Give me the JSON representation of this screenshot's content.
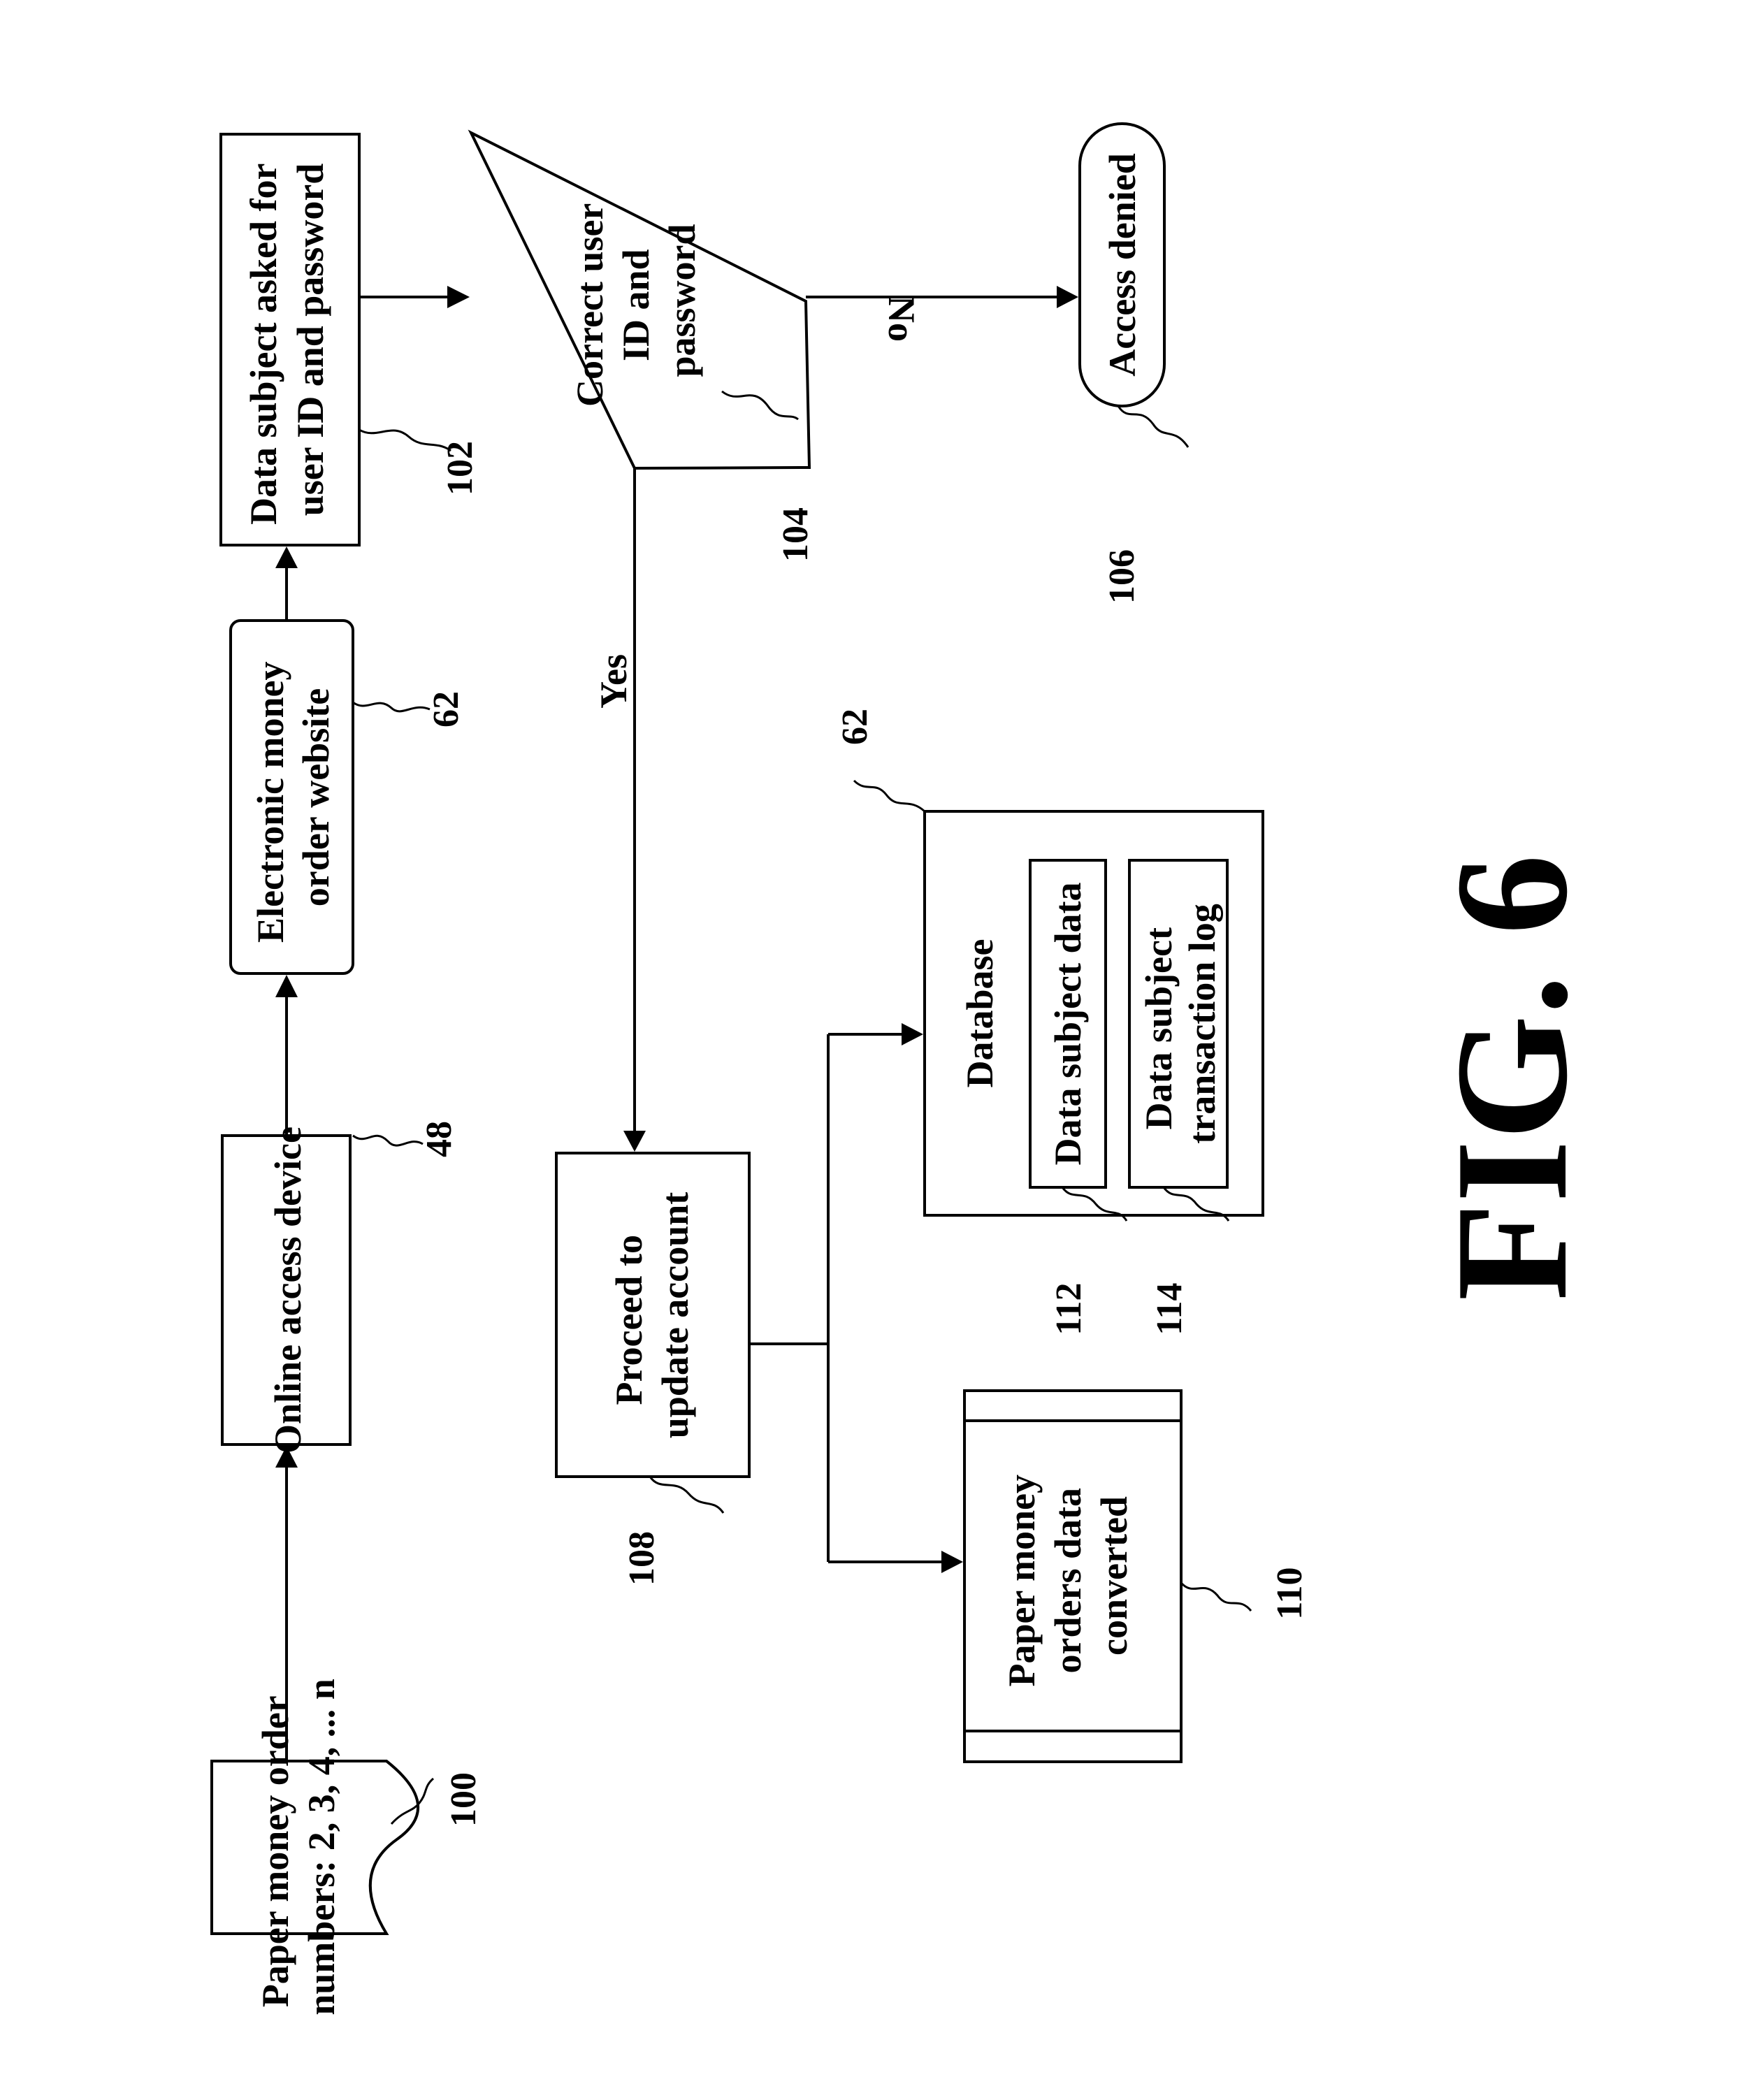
{
  "nodes": {
    "paper_money_order": {
      "lines": [
        "Paper money order",
        "numbers: 2, 3, 4, ... n"
      ],
      "ref": "100"
    },
    "online_access_device": {
      "lines": [
        "Online access device"
      ],
      "ref": "48"
    },
    "website": {
      "lines": [
        "Electronic money",
        "order website"
      ],
      "ref": "62"
    },
    "login_prompt": {
      "lines": [
        "Data subject asked for",
        "user ID and password"
      ],
      "ref": "102"
    },
    "credentials_check": {
      "lines": [
        "Correct user",
        "ID and",
        "password"
      ],
      "ref": "104"
    },
    "access_denied": {
      "lines": [
        "Access denied"
      ],
      "ref": "106"
    },
    "update_account": {
      "lines": [
        "Proceed to",
        "update account"
      ],
      "ref": "108"
    },
    "database": {
      "title": "Database",
      "ref": "62"
    },
    "subject_data": {
      "lines": [
        "Data subject data"
      ],
      "ref": "112"
    },
    "transaction_log": {
      "lines": [
        "Data subject",
        "transaction log"
      ],
      "ref": "114"
    },
    "converted_orders": {
      "lines": [
        "Paper money",
        "orders data",
        "converted"
      ],
      "ref": "110"
    }
  },
  "edges": {
    "yes_label": "Yes",
    "no_label": "No"
  },
  "figure_label": "FIG. 6"
}
